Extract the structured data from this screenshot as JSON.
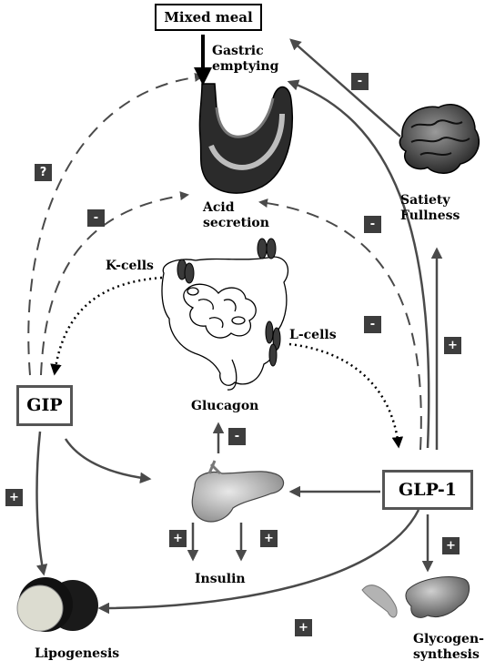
{
  "nodes": {
    "mixed_meal": "Mixed meal",
    "gastric_emptying": "Gastric\nemptying",
    "acid_secretion": "Acid\nsecretion",
    "satiety": "Satiety\nFullness",
    "k_cells": "K-cells",
    "l_cells": "L-cells",
    "gip": "GIP",
    "glp1": "GLP-1",
    "glucagon": "Glucagon",
    "insulin": "Insulin",
    "lipogenesis": "Lipogenesis",
    "glycogen": "Glycogen-\nsynthesis"
  },
  "badges": {
    "b_q": "?",
    "b_gip_acid": "-",
    "b_brain_gastric": "-",
    "b_glp_acid": "-",
    "b_glp_gastric": "-",
    "b_glp_satiety": "+",
    "b_glucagon": "-",
    "b_gip_lipo": "+",
    "b_ins_left": "+",
    "b_ins_right": "+",
    "b_glp_glyco": "+",
    "b_glp_lipo": "+"
  }
}
